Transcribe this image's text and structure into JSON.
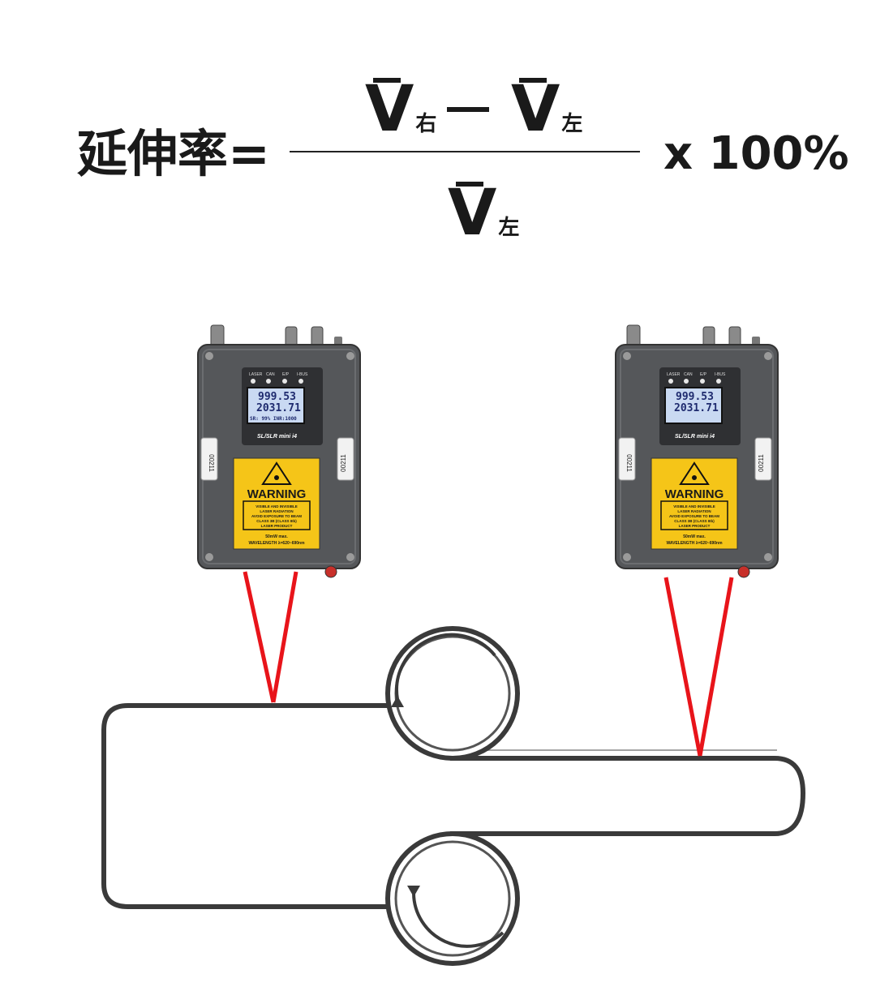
{
  "formula": {
    "lhs": "延伸率=",
    "numerator_right_symbol": "V",
    "numerator_right_sub": "右",
    "numerator_left_symbol": "V",
    "numerator_left_sub": "左",
    "denominator_symbol": "V",
    "denominator_sub": "左",
    "multiplier": "x 100%"
  },
  "devices": [
    {
      "indicators": [
        "LASER",
        "CAN",
        "E/P",
        "I-BUS"
      ],
      "display_line1": "999.53",
      "display_line2": "2031.71",
      "display_line3": "SR: 99%  INR:1000",
      "model": "SL/SLR mini i4",
      "serial": "00211",
      "warning_title": "WARNING",
      "warning_body": [
        "VISIBLE AND INVISIBLE",
        "LASER RADIATION",
        "AVOID EXPOSURE TO BEAM",
        "CLASS 3B (CLASS IIIb)",
        "LASER PRODUCT"
      ],
      "power": "50mW max.",
      "wavelength": "WAVELENGTH λ=620~690nm"
    },
    {
      "indicators": [
        "LASER",
        "CAN",
        "E/P",
        "I-BUS"
      ],
      "display_line1": "999.53",
      "display_line2": "2031.71",
      "display_line3": "",
      "model": "SL/SLR mini i4",
      "serial": "00211",
      "warning_title": "WARNING",
      "warning_body": [
        "VISIBLE AND INVISIBLE",
        "LASER RADIATION",
        "AVOID EXPOSURE TO BEAM",
        "CLASS 3B (CLASS IIIb)",
        "LASER PRODUCT"
      ],
      "power": "50mW max.",
      "wavelength": "WAVELENGTH λ=620~690nm"
    }
  ],
  "colors": {
    "laser_beam": "#e8141a",
    "device_body": "#55575a",
    "warning_label": "#f5c518",
    "display": "#c9d9f2"
  }
}
